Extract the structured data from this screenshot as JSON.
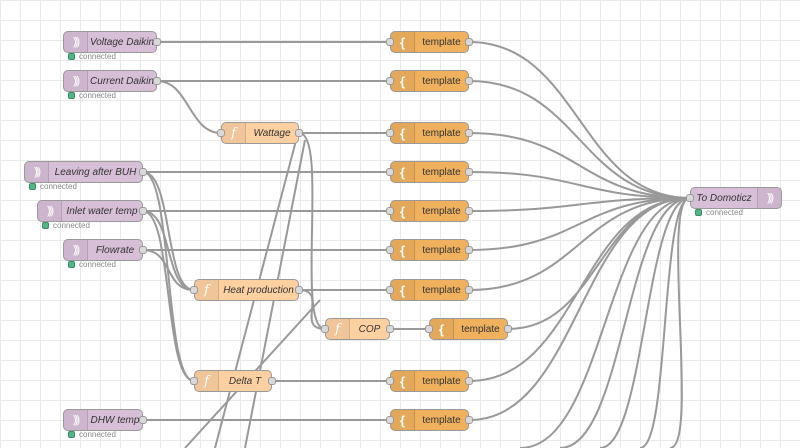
{
  "status_text": "connected",
  "nodes": {
    "voltage": "Voltage Daikin",
    "current": "Current Daikin",
    "wattage": "Wattage",
    "leaving": "Leaving after BUH",
    "inlet": "Inlet water temp",
    "flowrate": "Flowrate",
    "heat": "Heat production",
    "cop": "COP",
    "delta": "Delta T",
    "dhw": "DHW temp",
    "out": "To Domoticz",
    "template": "template"
  },
  "colors": {
    "mqtt": "#d8bfd8",
    "function": "#fdd0a2",
    "template": "#f0b15e",
    "wire": "#999999",
    "status": "#52b788"
  },
  "icons": {
    "mqtt": "radio-waves-icon",
    "function": "function-icon",
    "template": "brace-icon"
  }
}
